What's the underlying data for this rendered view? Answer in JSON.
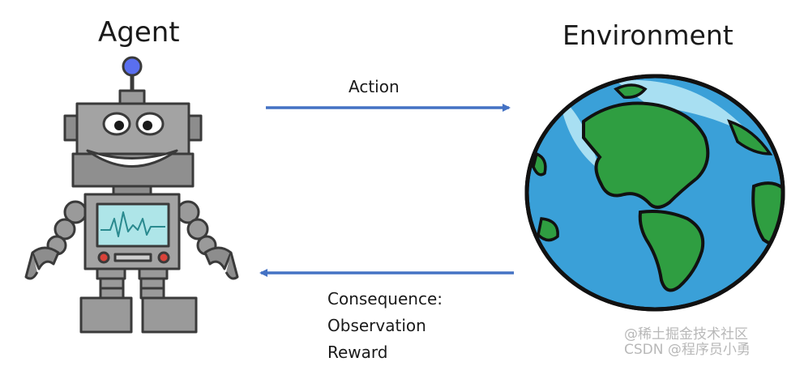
{
  "agent": {
    "title": "Agent",
    "icon": "robot-icon"
  },
  "environment": {
    "title": "Environment",
    "icon": "earth-globe-icon"
  },
  "action": {
    "label": "Action"
  },
  "feedback": {
    "lines": [
      "Consequence:",
      "Observation",
      "Reward"
    ]
  },
  "watermark": {
    "lines": [
      "@稀土掘金技术社区",
      "CSDN @程序员小勇"
    ]
  },
  "colors": {
    "arrow": "#4472c4",
    "ocean": "#3aa0d8",
    "land": "#2f9e41",
    "robot_body": "#9a9a9a",
    "robot_screen": "#aee5e8",
    "antenna_ball": "#5a6ff0"
  }
}
